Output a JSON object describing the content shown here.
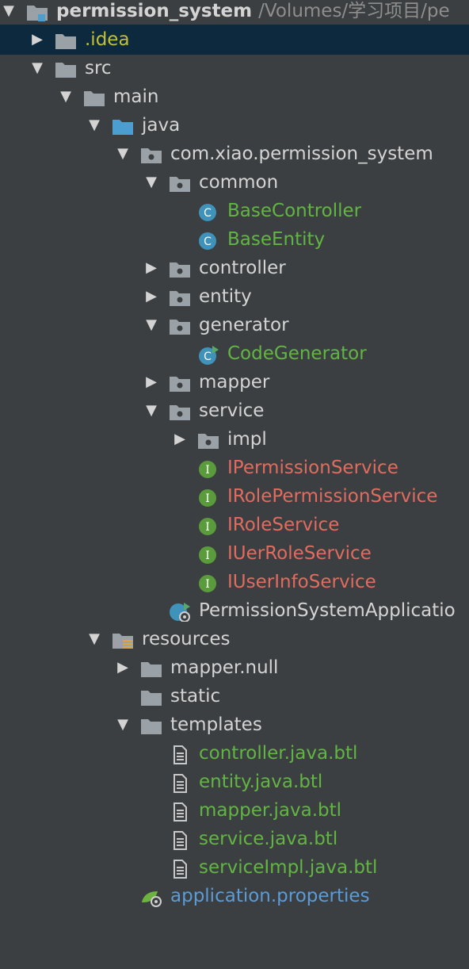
{
  "colors": {
    "background": "#3c3f41",
    "selection": "#0d293e",
    "text_default": "#d4d4d4",
    "text_yellow": "#c3c12f",
    "text_green": "#62b543",
    "text_red": "#e06c60",
    "text_blue": "#5c9bd6",
    "folder_gray": "#9aa1a7",
    "folder_blue": "#4a9fd0",
    "class_badge": "#3f92b9",
    "interface_badge": "#5a9c3c"
  },
  "project": {
    "name": "permission_system",
    "path": "/Volumes/学习项目/pe"
  },
  "tree": [
    {
      "label": "",
      "indent": 0,
      "arrow": "expanded",
      "icon": "module-folder-icon",
      "color": "default"
    },
    {
      "label": ".idea",
      "indent": 1,
      "arrow": "collapsed",
      "icon": "folder-icon",
      "color": "yellow"
    },
    {
      "label": "src",
      "indent": 1,
      "arrow": "expanded",
      "icon": "folder-icon",
      "color": "default"
    },
    {
      "label": "main",
      "indent": 2,
      "arrow": "expanded",
      "icon": "folder-icon",
      "color": "default"
    },
    {
      "label": "java",
      "indent": 3,
      "arrow": "expanded",
      "icon": "source-folder-icon",
      "color": "default"
    },
    {
      "label": "com.xiao.permission_system",
      "indent": 4,
      "arrow": "expanded",
      "icon": "package-icon",
      "color": "default"
    },
    {
      "label": "common",
      "indent": 5,
      "arrow": "expanded",
      "icon": "package-icon",
      "color": "default"
    },
    {
      "label": "BaseController",
      "indent": 6,
      "arrow": "none",
      "icon": "class-icon",
      "color": "green"
    },
    {
      "label": "BaseEntity",
      "indent": 6,
      "arrow": "none",
      "icon": "class-icon",
      "color": "green"
    },
    {
      "label": "controller",
      "indent": 5,
      "arrow": "collapsed",
      "icon": "package-icon",
      "color": "default"
    },
    {
      "label": "entity",
      "indent": 5,
      "arrow": "collapsed",
      "icon": "package-icon",
      "color": "default"
    },
    {
      "label": "generator",
      "indent": 5,
      "arrow": "expanded",
      "icon": "package-icon",
      "color": "default"
    },
    {
      "label": "CodeGenerator",
      "indent": 6,
      "arrow": "none",
      "icon": "runnable-class-icon",
      "color": "green"
    },
    {
      "label": "mapper",
      "indent": 5,
      "arrow": "collapsed",
      "icon": "package-icon",
      "color": "default"
    },
    {
      "label": "service",
      "indent": 5,
      "arrow": "expanded",
      "icon": "package-icon",
      "color": "default"
    },
    {
      "label": "impl",
      "indent": 6,
      "arrow": "collapsed",
      "icon": "package-icon",
      "color": "default"
    },
    {
      "label": "IPermissionService",
      "indent": 6,
      "arrow": "none",
      "icon": "interface-icon",
      "color": "red"
    },
    {
      "label": "IRolePermissionService",
      "indent": 6,
      "arrow": "none",
      "icon": "interface-icon",
      "color": "red"
    },
    {
      "label": "IRoleService",
      "indent": 6,
      "arrow": "none",
      "icon": "interface-icon",
      "color": "red"
    },
    {
      "label": "IUerRoleService",
      "indent": 6,
      "arrow": "none",
      "icon": "interface-icon",
      "color": "red"
    },
    {
      "label": "IUserInfoService",
      "indent": 6,
      "arrow": "none",
      "icon": "interface-icon",
      "color": "red"
    },
    {
      "label": "PermissionSystemApplicatio",
      "indent": 5,
      "arrow": "none",
      "icon": "spring-boot-class-icon",
      "color": "default"
    },
    {
      "label": "resources",
      "indent": 3,
      "arrow": "expanded",
      "icon": "resources-folder-icon",
      "color": "default"
    },
    {
      "label": "mapper.null",
      "indent": 4,
      "arrow": "collapsed",
      "icon": "folder-icon",
      "color": "default"
    },
    {
      "label": "static",
      "indent": 4,
      "arrow": "none",
      "icon": "folder-icon",
      "color": "default"
    },
    {
      "label": "templates",
      "indent": 4,
      "arrow": "expanded",
      "icon": "folder-icon",
      "color": "default"
    },
    {
      "label": "controller.java.btl",
      "indent": 5,
      "arrow": "none",
      "icon": "text-file-icon",
      "color": "green"
    },
    {
      "label": "entity.java.btl",
      "indent": 5,
      "arrow": "none",
      "icon": "text-file-icon",
      "color": "green"
    },
    {
      "label": "mapper.java.btl",
      "indent": 5,
      "arrow": "none",
      "icon": "text-file-icon",
      "color": "green"
    },
    {
      "label": "service.java.btl",
      "indent": 5,
      "arrow": "none",
      "icon": "text-file-icon",
      "color": "green"
    },
    {
      "label": "serviceImpl.java.btl",
      "indent": 5,
      "arrow": "none",
      "icon": "text-file-icon",
      "color": "green"
    },
    {
      "label": "application.properties",
      "indent": 4,
      "arrow": "none",
      "icon": "spring-properties-icon",
      "color": "blue"
    }
  ]
}
